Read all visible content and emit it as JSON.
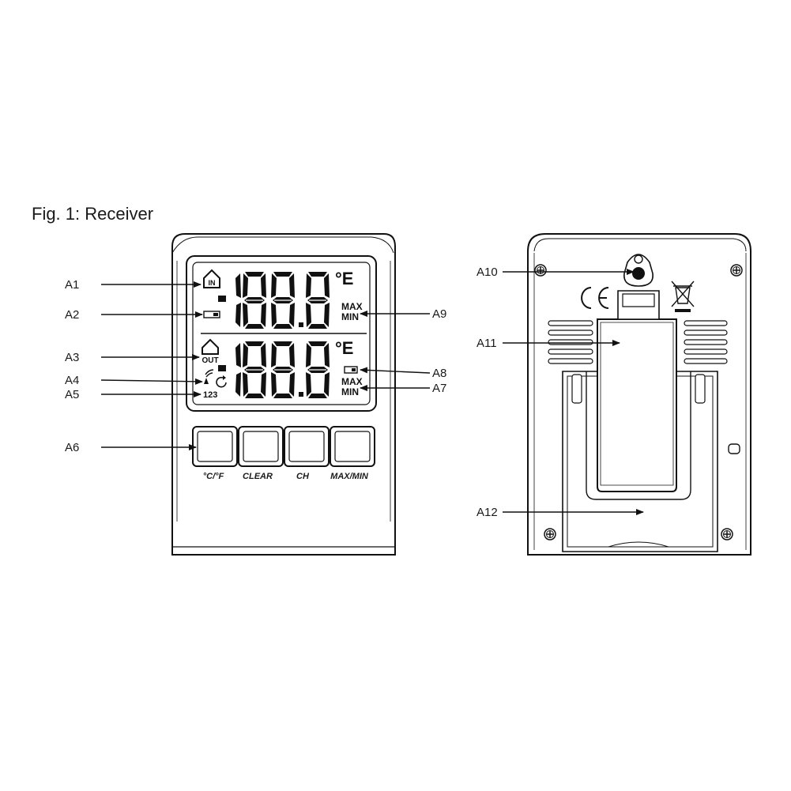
{
  "figure": {
    "title": "Fig. 1: Receiver"
  },
  "front": {
    "lcd": {
      "indoor_icon_text": "IN",
      "outdoor_icon_text": "OUT",
      "digits_top": "188.8",
      "digits_bottom": "188.8",
      "unit_symbol": "°E",
      "max_label": "MAX",
      "min_label": "MIN",
      "channel_numbers": "123"
    },
    "buttons": [
      {
        "id": "celsius-fahrenheit",
        "label": "°C/°F"
      },
      {
        "id": "clear",
        "label": "CLEAR"
      },
      {
        "id": "channel",
        "label": "CH"
      },
      {
        "id": "max-min",
        "label": "MAX/MIN"
      }
    ]
  },
  "callouts": [
    {
      "id": "A1",
      "label": "A1",
      "side": "left",
      "target": "indoor icon"
    },
    {
      "id": "A2",
      "label": "A2",
      "side": "left",
      "target": "indoor battery icon"
    },
    {
      "id": "A3",
      "label": "A3",
      "side": "left",
      "target": "outdoor icon"
    },
    {
      "id": "A4",
      "label": "A4",
      "side": "left",
      "target": "signal / auto-scroll icon"
    },
    {
      "id": "A5",
      "label": "A5",
      "side": "left",
      "target": "channel number"
    },
    {
      "id": "A6",
      "label": "A6",
      "side": "left",
      "target": "buttons"
    },
    {
      "id": "A7",
      "label": "A7",
      "side": "right",
      "target": "outdoor MAX/MIN"
    },
    {
      "id": "A8",
      "label": "A8",
      "side": "right",
      "target": "outdoor battery icon"
    },
    {
      "id": "A9",
      "label": "A9",
      "side": "right",
      "target": "indoor MAX/MIN"
    },
    {
      "id": "A10",
      "label": "A10",
      "side": "left",
      "target": "wall hanging hole"
    },
    {
      "id": "A11",
      "label": "A11",
      "side": "left",
      "target": "battery compartment"
    },
    {
      "id": "A12",
      "label": "A12",
      "side": "left",
      "target": "stand"
    }
  ]
}
